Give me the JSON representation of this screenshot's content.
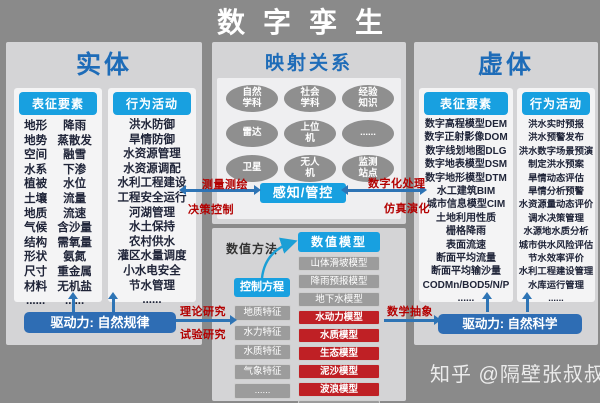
{
  "title": "数字孪生",
  "watermark": "知乎 @隔壁张叔叔",
  "colors": {
    "background": "#8a8a8a",
    "panel": "#d4d4d6",
    "accent_blue": "#18a0e0",
    "title_blue": "#1e6cb8",
    "dark_blue": "#2e6db4",
    "red_box": "#bf2025",
    "red_label": "#b30000",
    "gray_node": "#8f8f8f"
  },
  "entity": {
    "title": "实体",
    "repr_header": "表征要素",
    "repr_col1": [
      "地形",
      "地势",
      "空间",
      "水系",
      "植被",
      "土壤",
      "地质",
      "气候",
      "结构",
      "形状",
      "尺寸",
      "材料",
      "......"
    ],
    "repr_col2": [
      "降雨",
      "蒸散发",
      "融雪",
      "下渗",
      "水位",
      "流量",
      "流速",
      "含沙量",
      "需氧量",
      "氨氮",
      "重金属",
      "无机盐",
      "......"
    ],
    "behavior_header": "行为活动",
    "behavior_items": [
      "洪水防御",
      "旱情防御",
      "水资源管理",
      "水资源调配",
      "水利工程建设",
      "工程安全运行",
      "河湖管理",
      "水土保持",
      "农村供水",
      "灌区水量调度",
      "小水电安全",
      "节水管理",
      "......"
    ],
    "driver": "驱动力: 自然规律"
  },
  "mapping": {
    "title": "映射关系",
    "knowledge_nodes": [
      "自然\n学科",
      "社会\n学科",
      "经验\n知识",
      "雷达",
      "上位\n机",
      "......",
      "卫星",
      "无人\n机",
      "监测\n站点"
    ],
    "center_box": "感知/管控",
    "measure_label": "测量测绘",
    "decision_label": "决策控制",
    "digital_label": "数字化处理",
    "simulation_label": "仿真演化"
  },
  "numeric": {
    "method_label": "数值方法",
    "model_header": "数值模型",
    "equation_header": "控制方程",
    "feature_items": [
      "地质特征",
      "水力特征",
      "水质特征",
      "气象特征",
      "......"
    ],
    "gray_models": [
      "山体滑坡模型",
      "降雨预报模型",
      "地下水模型"
    ],
    "red_models": [
      "水动力模型",
      "水质模型",
      "生态模型",
      "泥沙模型",
      "波浪模型"
    ],
    "more_models": "......",
    "theory_label": "理论研究",
    "experiment_label": "试验研究",
    "abstraction_label": "数学抽象"
  },
  "virtual": {
    "title": "虚体",
    "repr_header": "表征要素",
    "repr_items": [
      "数字高程模型DEM",
      "数字正射影像DOM",
      "数字线划地图DLG",
      "数字地表模型DSM",
      "数字地形模型DTM",
      "水工建筑BIM",
      "城市信息模型CIM",
      "土地利用性质",
      "栅格降雨",
      "表面流速",
      "断面平均流量",
      "断面平均输沙量",
      "CODMn/BOD5/N/P",
      "......"
    ],
    "behavior_header": "行为活动",
    "behavior_items": [
      "洪水实时预报",
      "洪水预警发布",
      "洪水数字场景预演",
      "制定洪水预案",
      "旱情动态评估",
      "旱情分析预警",
      "水资源量动态评价",
      "调水决策管理",
      "水源地水质分析",
      "城市供水风险评估",
      "节水效率评价",
      "水利工程建设管理",
      "水库运行管理",
      "......"
    ],
    "driver": "驱动力: 自然科学"
  }
}
